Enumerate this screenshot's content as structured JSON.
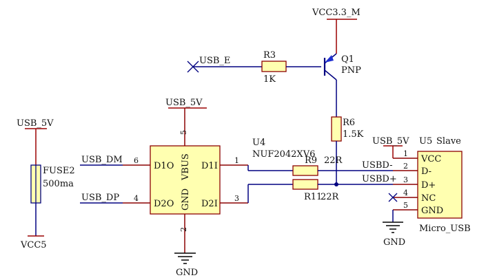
{
  "colors": {
    "wire": "#000080",
    "power_wire": "#9a0000",
    "pin": "#8b0000",
    "part_fill": "#ffffb0",
    "part_stroke": "#8b0000",
    "text": "#111111",
    "arrow": "#1f2fd0"
  },
  "power": {
    "vcc33": "VCC3.3_M",
    "usb5v_left": "USB_5V",
    "usb5v_mid": "USB_5V",
    "usb5v_conn": "USB_5V",
    "vcc5": "VCC5",
    "gnd_mid": "GND",
    "gnd_right": "GND"
  },
  "nets": {
    "usb_e": "USB_E",
    "usb_dm": "USB_DM",
    "usb_dp": "USB_DP",
    "usbd_minus": "USBD-",
    "usbd_plus": "USBD+"
  },
  "parts": {
    "fuse2": {
      "name": "FUSE2",
      "value": "500ma"
    },
    "r3": {
      "name": "R3",
      "value": "1K"
    },
    "q1": {
      "name": "Q1",
      "value": "PNP"
    },
    "r6": {
      "name": "R6",
      "value": "1.5K"
    },
    "u4": {
      "name": "U4",
      "value": "NUF2042XV6",
      "pins": {
        "d1o": "D1O",
        "d2o": "D2O",
        "vbus": "VBUS",
        "gnd": "GND",
        "d1i": "D1I",
        "d2i": "D2I"
      },
      "pin_numbers": {
        "d1o": "6",
        "d2o": "4",
        "vbus": "5",
        "gnd": "2",
        "d1i": "1",
        "d2i": "3"
      }
    },
    "r9": {
      "name": "R9",
      "value": "22R"
    },
    "r11": {
      "name": "R11",
      "value": "22R"
    },
    "u5": {
      "name": "U5",
      "title": "Slave",
      "value": "Micro_USB",
      "pins": [
        "VCC",
        "D-",
        "D+",
        "NC",
        "GND"
      ],
      "pin_numbers": [
        "1",
        "2",
        "3",
        "4",
        "5"
      ]
    }
  }
}
